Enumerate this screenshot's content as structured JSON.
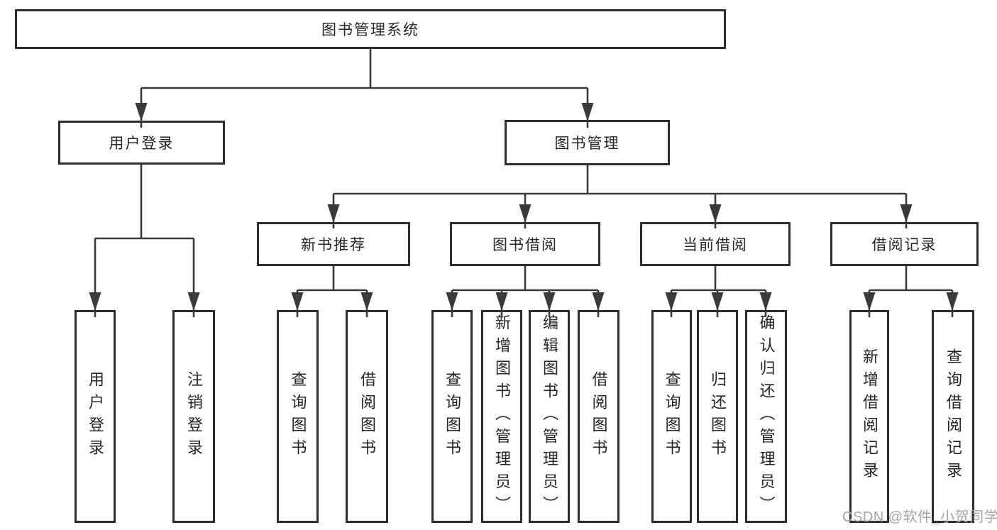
{
  "colors": {
    "line": "#3a3a3a",
    "border": "#2d2d2d",
    "text": "#262626",
    "bg": "#ffffff",
    "watermark": "#a5a5a5"
  },
  "watermark": "CSDN @软件_小贺同学",
  "tree": {
    "root": "图书管理系统",
    "login_branch": {
      "label": "用户登录",
      "children": [
        "用户登录",
        "注销登录"
      ]
    },
    "mgmt_branch": {
      "label": "图书管理",
      "groups": [
        {
          "label": "新书推荐",
          "children": [
            "查询图书",
            "借阅图书"
          ]
        },
        {
          "label": "图书借阅",
          "children": [
            "查询图书",
            "新增图书（管理员）",
            "编辑图书（管理员）",
            "借阅图书"
          ]
        },
        {
          "label": "当前借阅",
          "children": [
            "查询图书",
            "归还图书",
            "确认归还（管理员）"
          ]
        },
        {
          "label": "借阅记录",
          "children": [
            "新增借阅记录",
            "查询借阅记录"
          ]
        }
      ]
    }
  }
}
